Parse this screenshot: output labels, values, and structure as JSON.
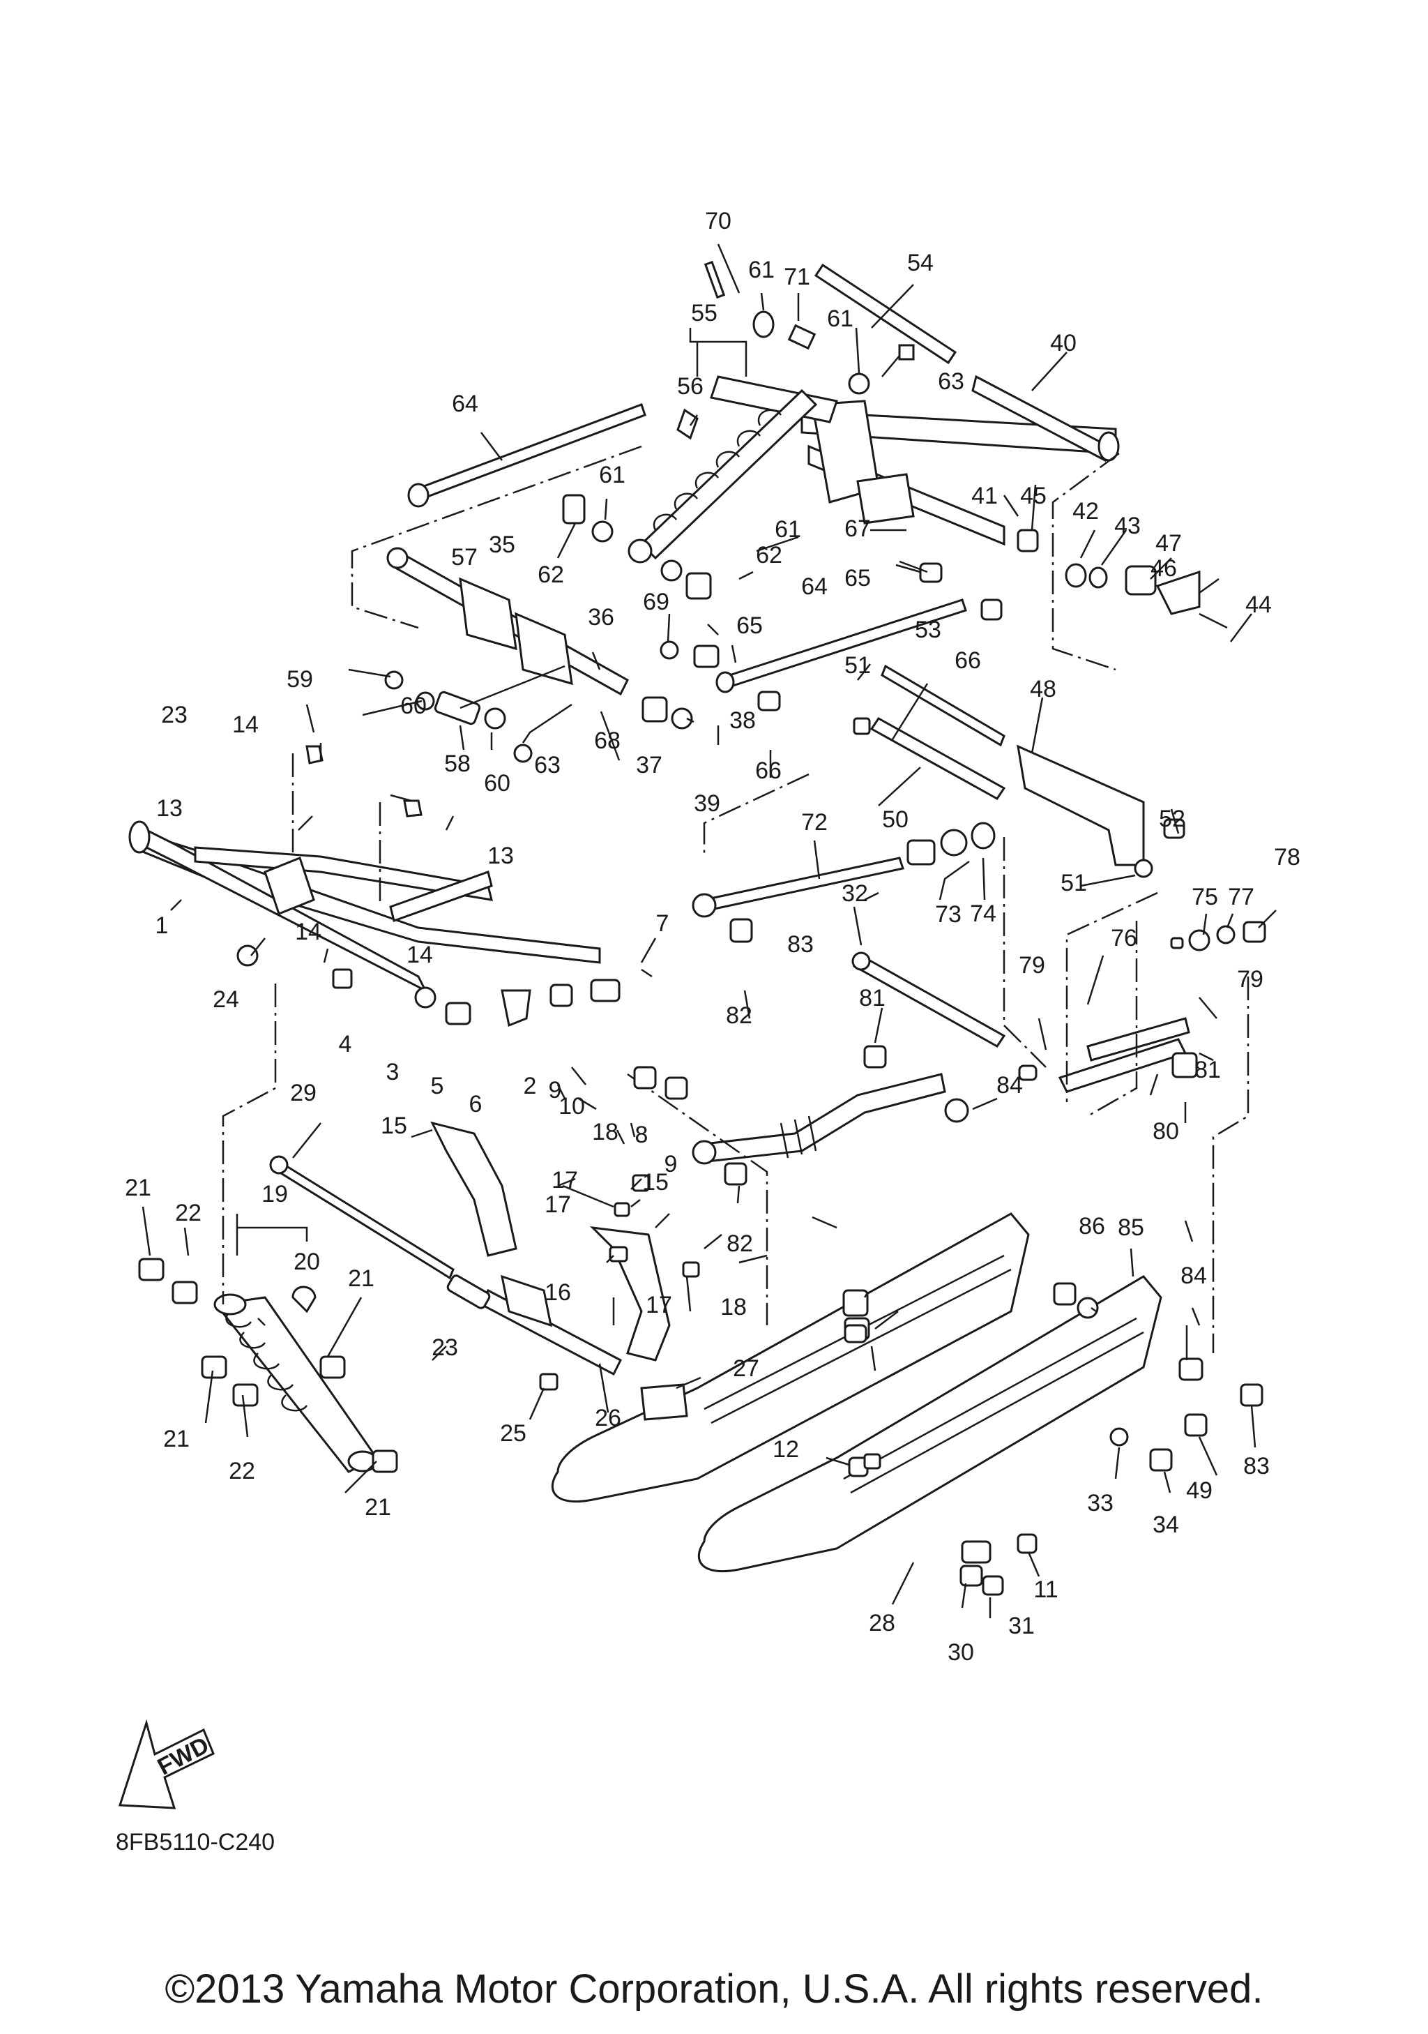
{
  "diagram_code": "8FB5110-C240",
  "copyright": "©2013 Yamaha Motor Corporation, U.S.A. All rights reserved.",
  "fwd_label": "FWD",
  "callouts": [
    "1",
    "2",
    "3",
    "4",
    "5",
    "6",
    "7",
    "8",
    "9",
    "9",
    "10",
    "11",
    "12",
    "13",
    "13",
    "14",
    "14",
    "14",
    "15",
    "15",
    "16",
    "17",
    "17",
    "17",
    "18",
    "18",
    "19",
    "20",
    "21",
    "21",
    "21",
    "21",
    "22",
    "22",
    "23",
    "23",
    "24",
    "25",
    "26",
    "27",
    "28",
    "29",
    "30",
    "31",
    "32",
    "33",
    "34",
    "35",
    "36",
    "37",
    "38",
    "39",
    "40",
    "41",
    "42",
    "43",
    "44",
    "45",
    "46",
    "47",
    "48",
    "49",
    "50",
    "51",
    "51",
    "52",
    "53",
    "54",
    "55",
    "56",
    "57",
    "58",
    "59",
    "60",
    "60",
    "61",
    "61",
    "61",
    "61",
    "62",
    "62",
    "63",
    "63",
    "64",
    "64",
    "65",
    "65",
    "66",
    "66",
    "67",
    "68",
    "69",
    "70",
    "71",
    "72",
    "73",
    "74",
    "75",
    "76",
    "77",
    "78",
    "79",
    "79",
    "80",
    "81",
    "81",
    "82",
    "82",
    "83",
    "83",
    "84",
    "84",
    "85",
    "86"
  ]
}
